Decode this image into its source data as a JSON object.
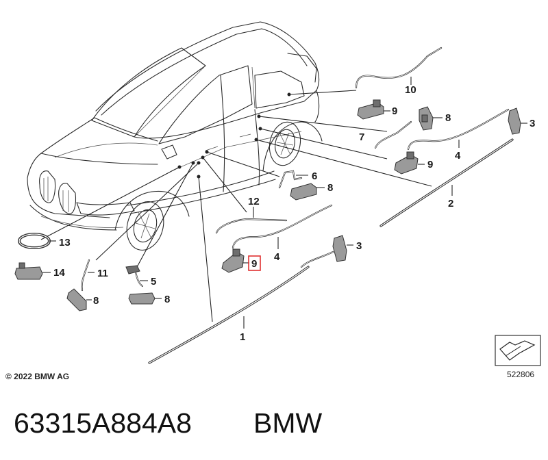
{
  "callouts": {
    "c1": "1",
    "c2": "2",
    "c3a": "3",
    "c3b": "3",
    "c4a": "4",
    "c4b": "4",
    "c5": "5",
    "c6": "6",
    "c7": "7",
    "c8a": "8",
    "c8b": "8",
    "c8c": "8",
    "c8d": "8",
    "c9a": "9",
    "c9b": "9",
    "c9c": "9",
    "c10": "10",
    "c11": "11",
    "c12": "12",
    "c13": "13",
    "c14": "14"
  },
  "copyright": "© 2022 BMW AG",
  "diagram_number": "522806",
  "part_number": "63315A884A8",
  "brand": "BMW",
  "highlight_color": "#e03030"
}
